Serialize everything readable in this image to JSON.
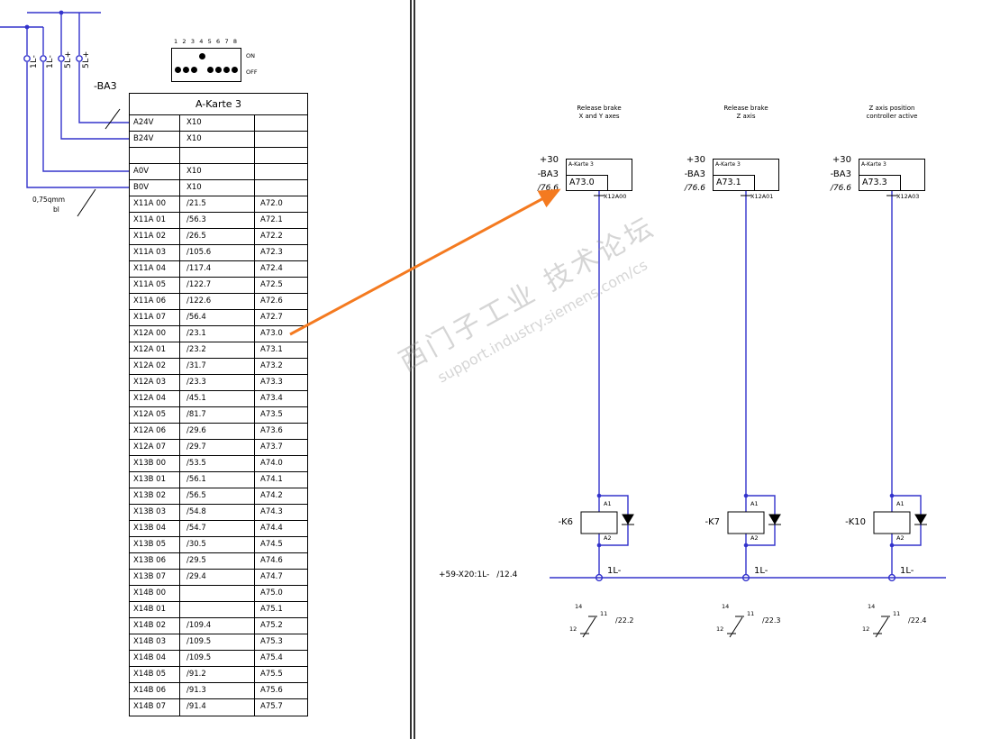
{
  "left": {
    "device_tag": "-BA3",
    "wire_labels": [
      "1L-",
      "1L-",
      "5L+",
      "5L+"
    ],
    "gauge": "0,75qmm",
    "gauge_color": "bl"
  },
  "dip": {
    "numbers": [
      "1",
      "2",
      "3",
      "4",
      "5",
      "6",
      "7",
      "8"
    ],
    "switches": [
      "off",
      "off",
      "off",
      "on",
      "off",
      "off",
      "off",
      "off"
    ],
    "on_label": "ON",
    "off_label": "OFF"
  },
  "card": {
    "title": "A-Karte 3",
    "power_rows": [
      {
        "signal": "A24V",
        "ref": "X10",
        "addr": ""
      },
      {
        "signal": "B24V",
        "ref": "X10",
        "addr": ""
      },
      {
        "signal": "",
        "ref": "",
        "addr": ""
      },
      {
        "signal": "A0V",
        "ref": "X10",
        "addr": ""
      },
      {
        "signal": "B0V",
        "ref": "X10",
        "addr": ""
      }
    ],
    "io_rows": [
      {
        "signal": "X11A 00",
        "ref": "/21.5",
        "addr": "A72.0"
      },
      {
        "signal": "X11A 01",
        "ref": "/56.3",
        "addr": "A72.1"
      },
      {
        "signal": "X11A 02",
        "ref": "/26.5",
        "addr": "A72.2"
      },
      {
        "signal": "X11A 03",
        "ref": "/105.6",
        "addr": "A72.3"
      },
      {
        "signal": "X11A 04",
        "ref": "/117.4",
        "addr": "A72.4"
      },
      {
        "signal": "X11A 05",
        "ref": "/122.7",
        "addr": "A72.5"
      },
      {
        "signal": "X11A 06",
        "ref": "/122.6",
        "addr": "A72.6"
      },
      {
        "signal": "X11A 07",
        "ref": "/56.4",
        "addr": "A72.7"
      },
      {
        "signal": "X12A 00",
        "ref": "/23.1",
        "addr": "A73.0"
      },
      {
        "signal": "X12A 01",
        "ref": "/23.2",
        "addr": "A73.1"
      },
      {
        "signal": "X12A 02",
        "ref": "/31.7",
        "addr": "A73.2"
      },
      {
        "signal": "X12A 03",
        "ref": "/23.3",
        "addr": "A73.3"
      },
      {
        "signal": "X12A 04",
        "ref": "/45.1",
        "addr": "A73.4"
      },
      {
        "signal": "X12A 05",
        "ref": "/81.7",
        "addr": "A73.5"
      },
      {
        "signal": "X12A 06",
        "ref": "/29.6",
        "addr": "A73.6"
      },
      {
        "signal": "X12A 07",
        "ref": "/29.7",
        "addr": "A73.7"
      },
      {
        "signal": "X13B 00",
        "ref": "/53.5",
        "addr": "A74.0"
      },
      {
        "signal": "X13B 01",
        "ref": "/56.1",
        "addr": "A74.1"
      },
      {
        "signal": "X13B 02",
        "ref": "/56.5",
        "addr": "A74.2"
      },
      {
        "signal": "X13B 03",
        "ref": "/54.8",
        "addr": "A74.3"
      },
      {
        "signal": "X13B 04",
        "ref": "/54.7",
        "addr": "A74.4"
      },
      {
        "signal": "X13B 05",
        "ref": "/30.5",
        "addr": "A74.5"
      },
      {
        "signal": "X13B 06",
        "ref": "/29.5",
        "addr": "A74.6"
      },
      {
        "signal": "X13B 07",
        "ref": "/29.4",
        "addr": "A74.7"
      },
      {
        "signal": "X14B 00",
        "ref": "",
        "addr": "A75.0"
      },
      {
        "signal": "X14B 01",
        "ref": "",
        "addr": "A75.1"
      },
      {
        "signal": "X14B 02",
        "ref": "/109.4",
        "addr": "A75.2"
      },
      {
        "signal": "X14B 03",
        "ref": "/109.5",
        "addr": "A75.3"
      },
      {
        "signal": "X14B 04",
        "ref": "/109.5",
        "addr": "A75.4"
      },
      {
        "signal": "X14B 05",
        "ref": "/91.2",
        "addr": "A75.5"
      },
      {
        "signal": "X14B 06",
        "ref": "/91.3",
        "addr": "A75.6"
      },
      {
        "signal": "X14B 07",
        "ref": "/91.4",
        "addr": "A75.7"
      }
    ]
  },
  "bus": {
    "label": "+59-X20:1L-",
    "ref": "/12.4"
  },
  "branches": [
    {
      "caption_line1": "Release brake",
      "caption_line2": "X and Y axes",
      "plus": "+30",
      "device": "-BA3",
      "page_ref": "/76.6",
      "box_title": "A-Karte 3",
      "box_addr": "A73.0",
      "terminal": "X12A00",
      "relay": "-K6",
      "a1": "A1",
      "a2": "A2",
      "bus_tag": "1L-",
      "c14": "14",
      "c11": "11",
      "c12": "12",
      "contact_ref": "/22.2"
    },
    {
      "caption_line1": "Release brake",
      "caption_line2": "Z axis",
      "plus": "+30",
      "device": "-BA3",
      "page_ref": "/76.6",
      "box_title": "A-Karte 3",
      "box_addr": "A73.1",
      "terminal": "X12A01",
      "relay": "-K7",
      "a1": "A1",
      "a2": "A2",
      "bus_tag": "1L-",
      "c14": "14",
      "c11": "11",
      "c12": "12",
      "contact_ref": "/22.3"
    },
    {
      "caption_line1": "Z axis position",
      "caption_line2": "controller active",
      "plus": "+30",
      "device": "-BA3",
      "page_ref": "/76.6",
      "box_title": "A-Karte 3",
      "box_addr": "A73.3",
      "terminal": "X12A03",
      "relay": "-K10",
      "a1": "A1",
      "a2": "A2",
      "bus_tag": "1L-",
      "c14": "14",
      "c11": "11",
      "c12": "12",
      "contact_ref": "/22.4"
    }
  ],
  "watermark": {
    "line1": "西门子工业 技术论坛",
    "line2": "support.industry.siemens.com/cs"
  },
  "colors": {
    "wire_blue": "#3333cc",
    "arrow_orange": "#f47a20"
  }
}
